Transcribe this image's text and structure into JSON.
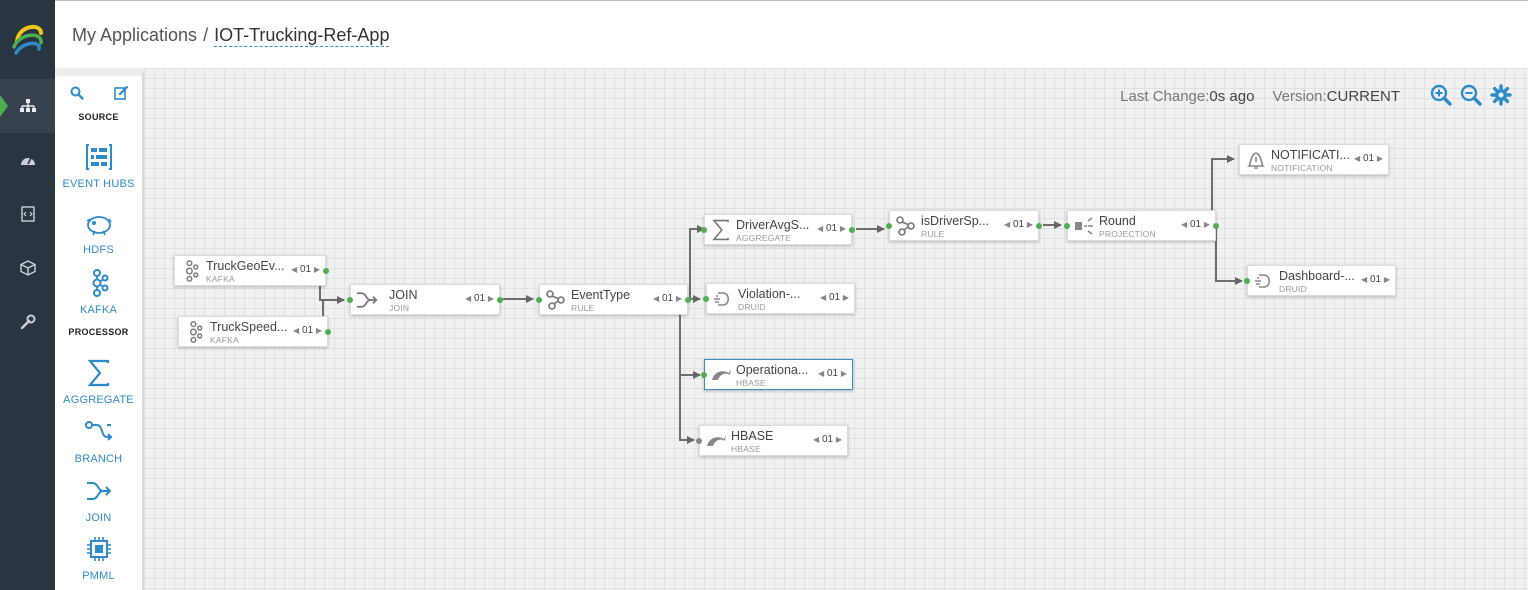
{
  "breadcrumb": {
    "parent": "My Applications",
    "separator": "/",
    "current": "IOT-Trucking-Ref-App"
  },
  "status": {
    "last_change_label": "Last Change:",
    "last_change_value": "0s ago",
    "version_label": "Version:",
    "version_value": "CURRENT"
  },
  "palette": {
    "source_heading": "SOURCE",
    "processor_heading": "PROCESSOR",
    "sources": [
      {
        "label": "EVENT HUBS",
        "icon": "event-hubs-icon"
      },
      {
        "label": "HDFS",
        "icon": "hdfs-icon"
      },
      {
        "label": "KAFKA",
        "icon": "kafka-icon"
      }
    ],
    "processors": [
      {
        "label": "AGGREGATE",
        "icon": "aggregate-icon"
      },
      {
        "label": "BRANCH",
        "icon": "branch-icon"
      },
      {
        "label": "JOIN",
        "icon": "join-icon"
      },
      {
        "label": "PMML",
        "icon": "pmml-icon"
      }
    ]
  },
  "nodes": [
    {
      "title": "TruckGeoEv...",
      "type": "KAFKA",
      "parallelism": "01"
    },
    {
      "title": "TruckSpeed...",
      "type": "KAFKA",
      "parallelism": "01"
    },
    {
      "title": "JOIN",
      "type": "JOIN",
      "parallelism": "01"
    },
    {
      "title": "EventType",
      "type": "RULE",
      "parallelism": "01"
    },
    {
      "title": "DriverAvgS...",
      "type": "AGGREGATE",
      "parallelism": "01"
    },
    {
      "title": "isDriverSp...",
      "type": "RULE",
      "parallelism": "01"
    },
    {
      "title": "Round",
      "type": "PROJECTION",
      "parallelism": "01"
    },
    {
      "title": "NOTIFICATI...",
      "type": "NOTIFICATION",
      "parallelism": "01"
    },
    {
      "title": "Dashboard-...",
      "type": "DRUID",
      "parallelism": "01"
    },
    {
      "title": "Violation-...",
      "type": "DRUID",
      "parallelism": "01"
    },
    {
      "title": "Operationa...",
      "type": "HBASE",
      "parallelism": "01"
    },
    {
      "title": "HBASE",
      "type": "HBASE",
      "parallelism": "01"
    }
  ],
  "colors": {
    "accent": "#2e8bc9",
    "rail": "#2a3542",
    "port": "#4caf50"
  }
}
